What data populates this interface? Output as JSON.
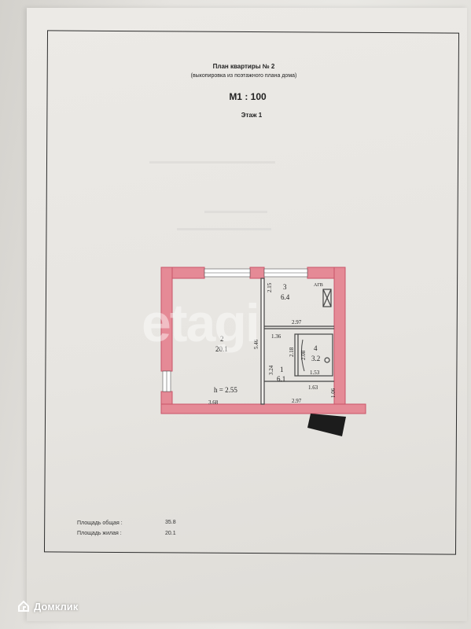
{
  "header": {
    "title": "План квартиры № 2",
    "subtitle": "(выкопировка из поэтажного плана дома)",
    "scale": "М1 : 100",
    "floor": "Этаж 1"
  },
  "plan": {
    "rooms": [
      {
        "number": "2",
        "area": "20.1"
      },
      {
        "number": "3",
        "area": "6.4"
      },
      {
        "number": "4",
        "area": "3.2"
      },
      {
        "number": "1",
        "area": "6.1"
      }
    ],
    "dimensions": [
      "2.15",
      "2.97",
      "1.36",
      "5.46",
      "2.18",
      "2.08",
      "3.24",
      "1.53",
      "1.63",
      "1.06",
      "3.68",
      "2.97"
    ],
    "height": "h = 2.55",
    "device_label": "АГВ"
  },
  "areas": {
    "total_label": "Площадь общая :",
    "total_value": "35.8",
    "living_label": "Площадь жилая :",
    "living_value": "20.1"
  },
  "watermark": "etagi",
  "brand": {
    "name": "Домклик",
    "icon": "house-icon"
  },
  "colors": {
    "wall": "#d9697a",
    "wall_fill": "#e58a96",
    "paper": "#e9e7e3"
  }
}
